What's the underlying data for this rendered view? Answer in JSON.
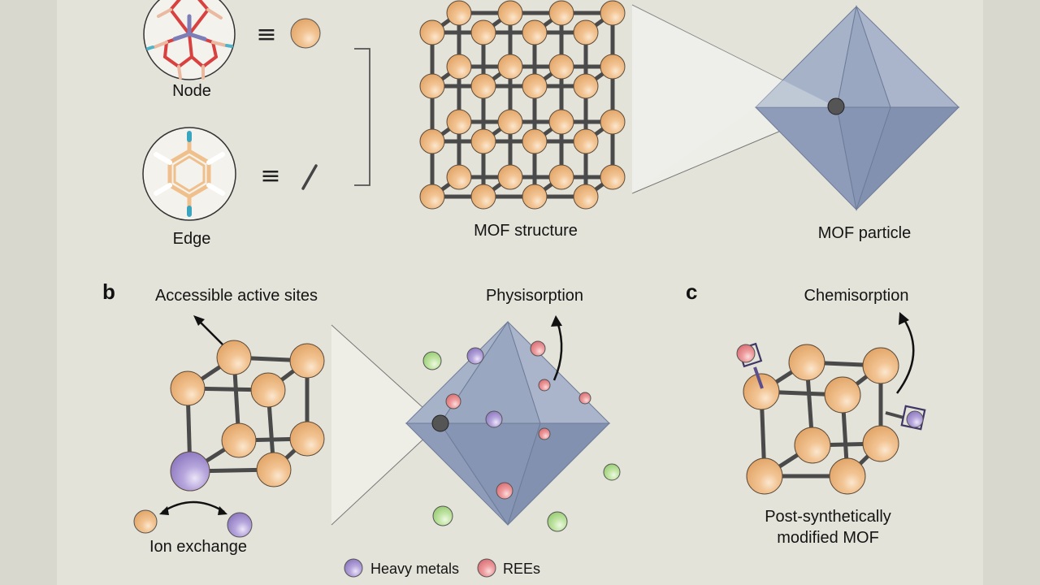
{
  "panel_a": {
    "node_label": "Node",
    "edge_label": "Edge",
    "equiv_symbol": "≡",
    "structure_label": "MOF structure",
    "particle_label": "MOF particle"
  },
  "panel_b": {
    "letter": "b",
    "active_sites_label": "Accessible active sites",
    "physisorption_label": "Physisorption",
    "ion_exchange_label": "Ion exchange"
  },
  "panel_c": {
    "letter": "c",
    "chemisorption_label": "Chemisorption",
    "modified_line1": "Post-synthetically",
    "modified_line2": "modified MOF"
  },
  "legend": {
    "heavy_metals": "Heavy metals",
    "rees": "REEs"
  },
  "colors": {
    "node_orange": "#efb67e",
    "heavy_metal_purple": "#a896cf",
    "ree_red": "#e8868b",
    "green_ion": "#b5de96",
    "octahedron_blue": "#8e9cba",
    "linker_grey": "#4a4a4a"
  },
  "icons": [
    "node-molecule-icon",
    "edge-molecule-icon",
    "mof-lattice-icon",
    "octahedron-particle-icon"
  ]
}
